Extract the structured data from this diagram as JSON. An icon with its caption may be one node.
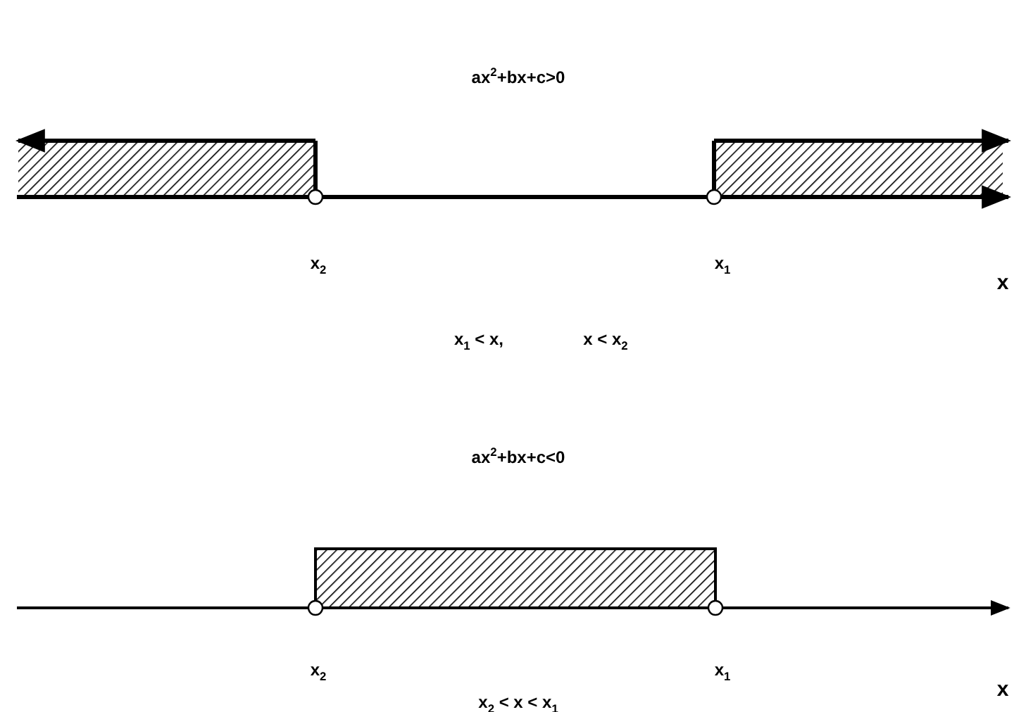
{
  "diagram": {
    "labels": [
      "ax$^{2}$+bx+c>0",
      "x$_{2}$",
      "x$_{1}$",
      "x",
      "x$_{1}$ < x,",
      "x < x$_{2}$",
      "ax$^{2}$+bx+c<0",
      "x$_{2}$",
      "x$_{1}$",
      "x",
      "x$_{2}$ < x < x$_{1}$"
    ]
  }
}
